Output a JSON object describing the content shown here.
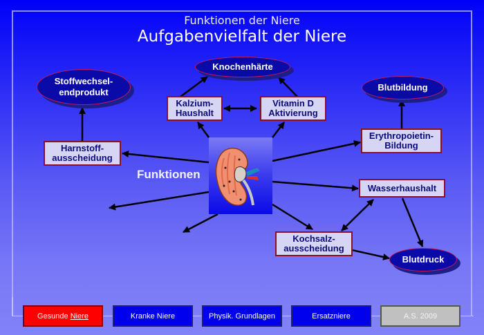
{
  "header": {
    "subtitle": "Funktionen der Niere",
    "title": "Aufgabenvielfalt der Niere"
  },
  "diagram": {
    "center_label": "Funktionen",
    "center_image": "kidney-illustration",
    "ellipses": {
      "stoffwechsel": [
        "Stoffwechsel-",
        "endprodukt"
      ],
      "knochen": "Knochenhärte",
      "blutbildung": "Blutbildung",
      "blutdruck": "Blutdruck"
    },
    "boxes": {
      "kalzium": [
        "Kalzium-",
        "Haushalt"
      ],
      "vitamin": [
        "Vitamin D",
        "Aktivierung"
      ],
      "harnstoff": [
        "Harnstoff-",
        "ausscheidung"
      ],
      "erythro": [
        "Erythropoietin-",
        "Bildung"
      ],
      "wasser": "Wasserhaushalt",
      "kochsalz": [
        "Kochsalz-",
        "ausscheidung"
      ]
    },
    "colors": {
      "ellipse_fill": "#0a0aa8",
      "box_fill": "#d6d6f4",
      "box_border": "#8b1020",
      "arrow": "#000000"
    }
  },
  "nav": {
    "items": [
      {
        "label_pre": "Gesunde ",
        "label_u": "Niere",
        "active": true
      },
      {
        "label": "Kranke Niere"
      },
      {
        "label": "Physik. Grundlagen"
      },
      {
        "label": "Ersatzniere"
      },
      {
        "label": "A.S. 2009",
        "disabled": true
      }
    ],
    "colors": {
      "active": "#ff0000",
      "normal": "#0000ee",
      "disabled": "#c0c0c0"
    }
  }
}
